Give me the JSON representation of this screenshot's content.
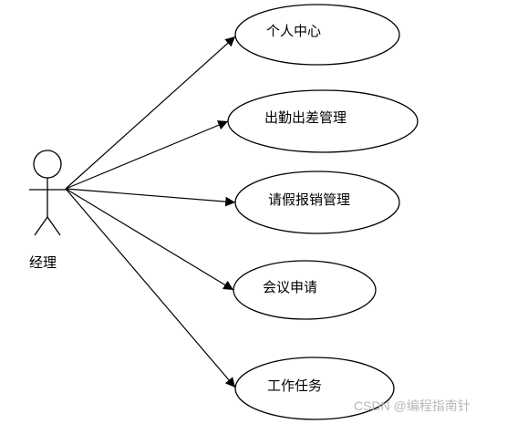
{
  "diagram": {
    "actor": {
      "label": "经理"
    },
    "use_cases": [
      {
        "label": "个人中心"
      },
      {
        "label": "出勤出差管理"
      },
      {
        "label": "请假报销管理"
      },
      {
        "label": "会议申请"
      },
      {
        "label": "工作任务"
      }
    ],
    "watermark": "CSDN @编程指南针",
    "colors": {
      "stroke": "#000000",
      "watermark": "#b8b8b8",
      "background": "#ffffff"
    }
  }
}
